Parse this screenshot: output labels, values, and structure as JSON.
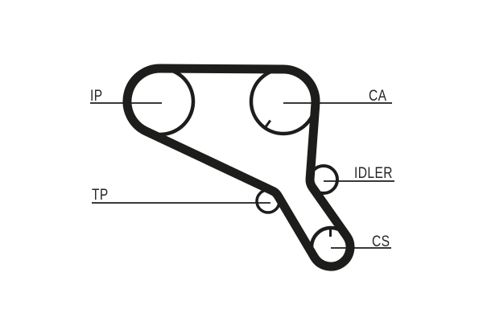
{
  "diagram": {
    "kind": "timing-belt-routing-diagram",
    "background_color": "#ffffff",
    "ink_color": "#1d1d1b",
    "label_color": "#262626",
    "labels": {
      "ip": "IP",
      "ca": "CA",
      "idler": "IDLER",
      "tp": "TP",
      "cs": "CS"
    }
  }
}
